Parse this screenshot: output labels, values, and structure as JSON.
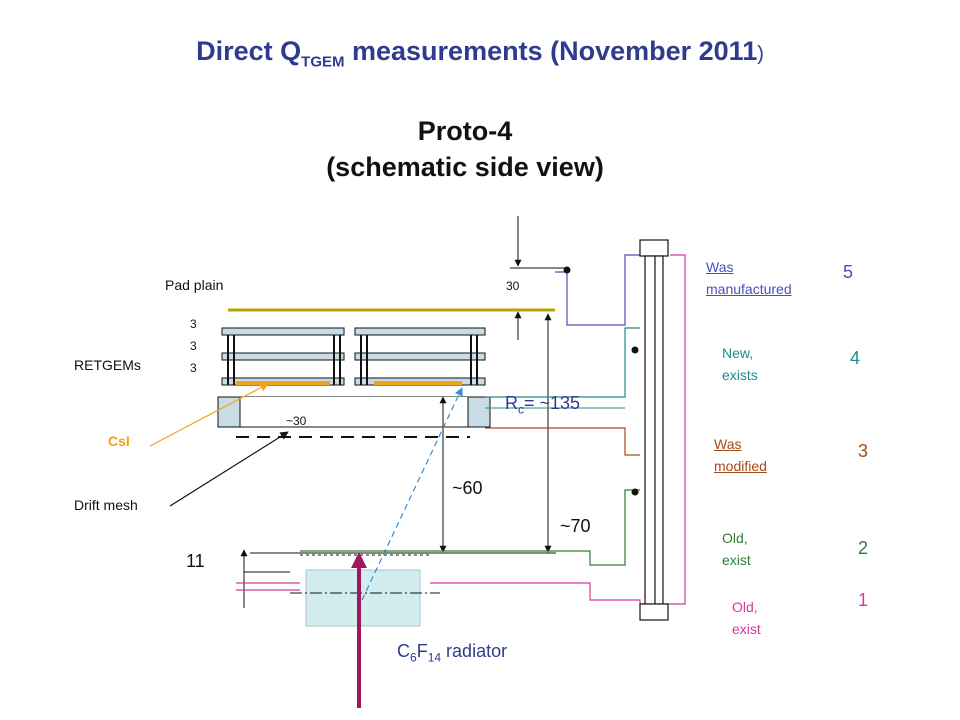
{
  "title": {
    "main": "Direct Q",
    "sub": "TGEM",
    "rest": " measurements (November 2011",
    "close": ")"
  },
  "subtitle": {
    "line1": "Proto-4",
    "line2": "(schematic side view)"
  },
  "labels": {
    "pad_plain": "Pad plain",
    "retgems": "RETGEMs",
    "csi": "CsI",
    "drift_mesh": "Drift  mesh",
    "gap_a": "3",
    "gap_b": "3",
    "gap_c": "3",
    "dim_30_top": "30",
    "dim_30_inner": "~30",
    "dim_60": "~60",
    "dim_70": "~70",
    "dim_11": "11",
    "rc_r": "R",
    "rc_sub": "c",
    "rc_rest": "= ~135",
    "radiator_c": "C",
    "radiator_6": "6",
    "radiator_f": "F",
    "radiator_14": "14",
    "radiator_rest": " radiator"
  },
  "legend": [
    {
      "line1": "Was",
      "line2": "manufactured",
      "num": "5",
      "color": "#4A4FB8",
      "underline": true
    },
    {
      "line1": "New,",
      "line2": "exists",
      "num": "4",
      "color": "#1F8C8C",
      "underline": false
    },
    {
      "line1": "Was",
      "line2": "modified",
      "num": "3",
      "color": "#A64B16",
      "underline": true
    },
    {
      "line1": "Old,",
      "line2": "exist",
      "num": "2",
      "color": "#2E7D32",
      "underline": false
    },
    {
      "line1": "Old,",
      "line2": "exist",
      "num": "1",
      "color": "#D6399A",
      "underline": false
    }
  ]
}
